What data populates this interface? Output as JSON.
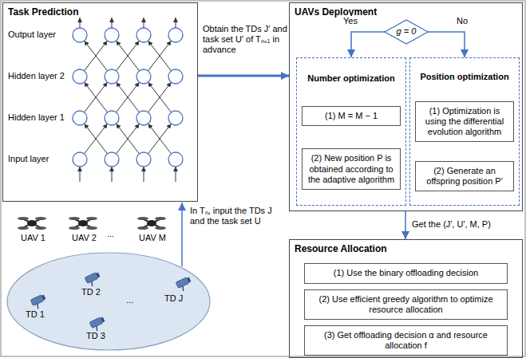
{
  "diagram": {
    "nodes": [
      {
        "text": [
          "Task Prediction"
        ]
      },
      {
        "text": [
          "UAVs Deployment"
        ]
      },
      {
        "text": [
          "g = 0"
        ],
        "in": 1
      },
      {
        "text": [
          "Number optimization"
        ],
        "in": 1
      },
      {
        "text": [
          "(1) M = M − 1"
        ],
        "in": 3
      },
      {
        "text": [
          "(2) New position P is obtained according to the adaptive algorithm"
        ],
        "in": 3
      },
      {
        "text": [
          "Position optimization"
        ],
        "in": 1
      },
      {
        "text": [
          "(1) Optimization is using the differential evolution algorithm"
        ],
        "in": 6
      },
      {
        "text": [
          "(2) Generate an offspring position P′"
        ],
        "in": 6
      },
      {
        "text": [
          "Resource Allocation"
        ]
      },
      {
        "text": [
          "(1) Use the binary offloading decision"
        ],
        "in": 9
      },
      {
        "text": [
          "(2) Use efficient greedy algorithm to optimize resource allocation"
        ],
        "in": 9
      },
      {
        "text": [
          "(3) Get offloading decision α and resource allocation f"
        ],
        "in": 9
      },
      {
        "text": [
          "TD 1",
          "TD 2",
          "TD 3",
          "...",
          "TD J"
        ]
      }
    ],
    "edges": [
      {
        "from": 13,
        "to": 0,
        "label": "In Tₙ, input the TDs J and the task set U",
        "arrow": "to"
      },
      {
        "from": 0,
        "to": 1,
        "label": "Obtain the TDs J′ and task set U′ of Tₙ₊₁ in advance",
        "arrow": "to"
      },
      {
        "from": 2,
        "to": 3,
        "label": "Yes",
        "arrow": "to"
      },
      {
        "from": 2,
        "to": 6,
        "label": "No",
        "arrow": "to"
      },
      {
        "from": 1,
        "to": 9,
        "label": "Get the (J′, U′, M, P)",
        "arrow": "to"
      }
    ],
    "labels": [
      "Output layer",
      "Hidden layer 2",
      "Hidden layer 1",
      "Input layer",
      "UAV 1",
      "UAV 2",
      "...",
      "UAV M"
    ]
  }
}
